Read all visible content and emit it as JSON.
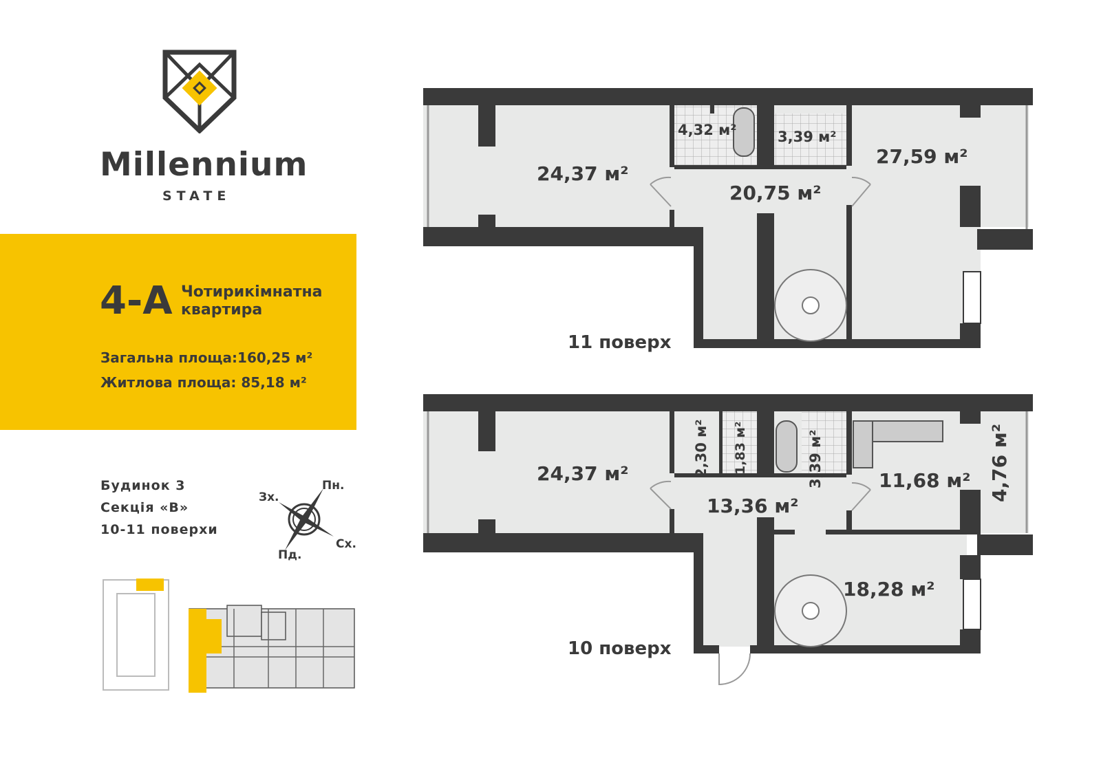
{
  "brand": {
    "name": "Millennium",
    "sub": "STATE"
  },
  "apartment": {
    "code": "4-A",
    "type_line1": "Чотирикімнатна",
    "type_line2": "квартира",
    "total_area": "Загальна площа:160,25 м²",
    "living_area": "Житлова  площа: 85,18 м²"
  },
  "location": {
    "building": "Будинок 3",
    "section": "Секція  «В»",
    "floors": "10-11 поверхи"
  },
  "compass": {
    "north": "Пн.",
    "west": "Зх.",
    "east": "Сх.",
    "south": "Пд."
  },
  "colors": {
    "accent": "#f7c300",
    "wall": "#3a3a3a",
    "floor": "#e8e9e8"
  },
  "floor11": {
    "label": "11 поверх",
    "rooms": [
      "24,37 м²",
      "4,32 м²",
      "3,39 м²",
      "27,59 м²",
      "20,75 м²"
    ]
  },
  "floor10": {
    "label": "10 поверх",
    "rooms": [
      "24,37 м²",
      "2,30 м²",
      "1,83 м²",
      "3,39 м²",
      "11,68 м²",
      "4,76 м²",
      "13,36 м²",
      "18,28 м²"
    ]
  }
}
